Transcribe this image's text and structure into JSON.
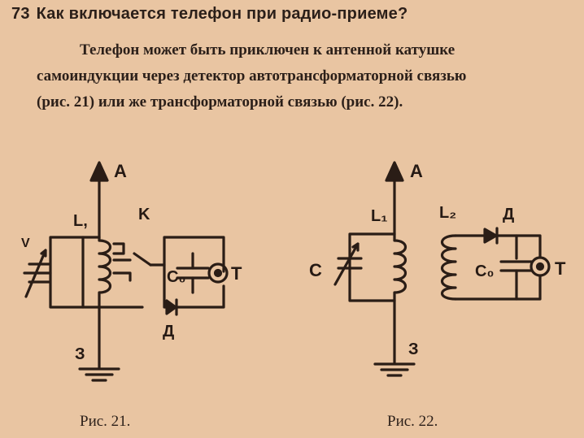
{
  "heading": {
    "number": "73",
    "title": "Как включается телефон при радио-приеме?"
  },
  "paragraph": {
    "line1": "Телефон может быть приключен к антенной катушке",
    "line2": "самоиндукции через детектор автотрансформаторной связью",
    "line3": "(рис. 21) или же трансформаторной связью (рис. 22)."
  },
  "figure21": {
    "caption": "Рис. 21.",
    "labels": {
      "antenna": "A",
      "coil": "L,",
      "switch": "K",
      "variable_cap": "V",
      "capacitor": "C₀",
      "telephone": "T",
      "detector": "Д",
      "ground": "З"
    }
  },
  "figure22": {
    "caption": "Рис. 22.",
    "labels": {
      "antenna": "A",
      "coil1": "L₁",
      "coil2": "L₂",
      "variable_cap": "C",
      "detector": "Д",
      "capacitor": "C₀",
      "telephone": "T",
      "ground": "З"
    }
  }
}
